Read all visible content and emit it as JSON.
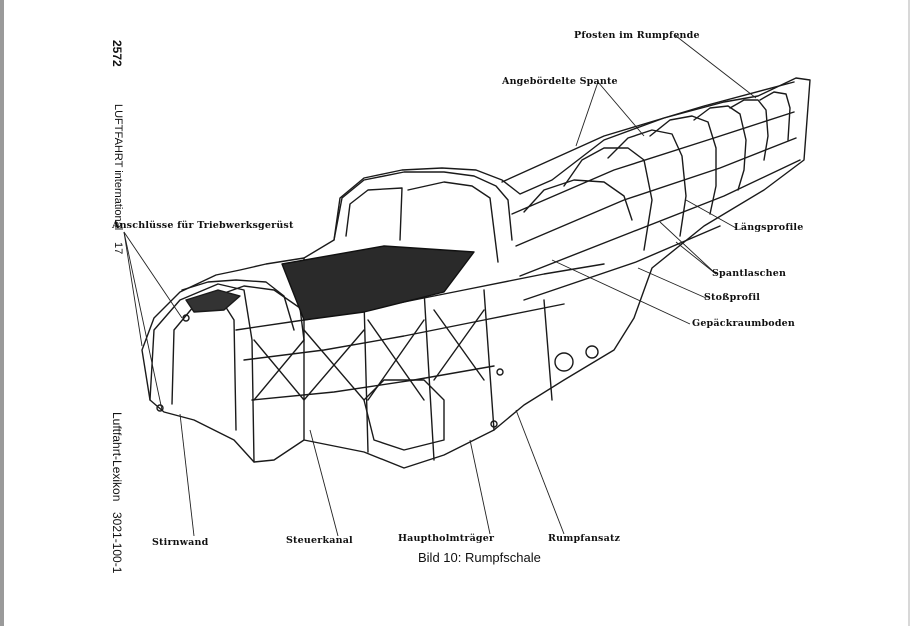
{
  "margin": {
    "page_number": "2572",
    "journal": "LUFTFAHRT international",
    "issue": "17",
    "series": "Luftfahrt-Lexikon",
    "code": "3021-100-1"
  },
  "labels": {
    "posts": "Pfosten im Rumpfende",
    "frames": "Angebördelte Spante",
    "engine_mounts": "Anschlüsse für Triebwerksgerüst",
    "stringers": "Längsprofile",
    "frame_straps": "Spantlaschen",
    "butt_profile": "Stoßprofil",
    "baggage_floor": "Gepäckraumboden",
    "firewall": "Stirnwand",
    "control_channel": "Steuerkanal",
    "main_spar": "Hauptholmträger",
    "fuselage_section": "Rumpfansatz"
  },
  "caption": "Bild 10: Rumpfschale"
}
